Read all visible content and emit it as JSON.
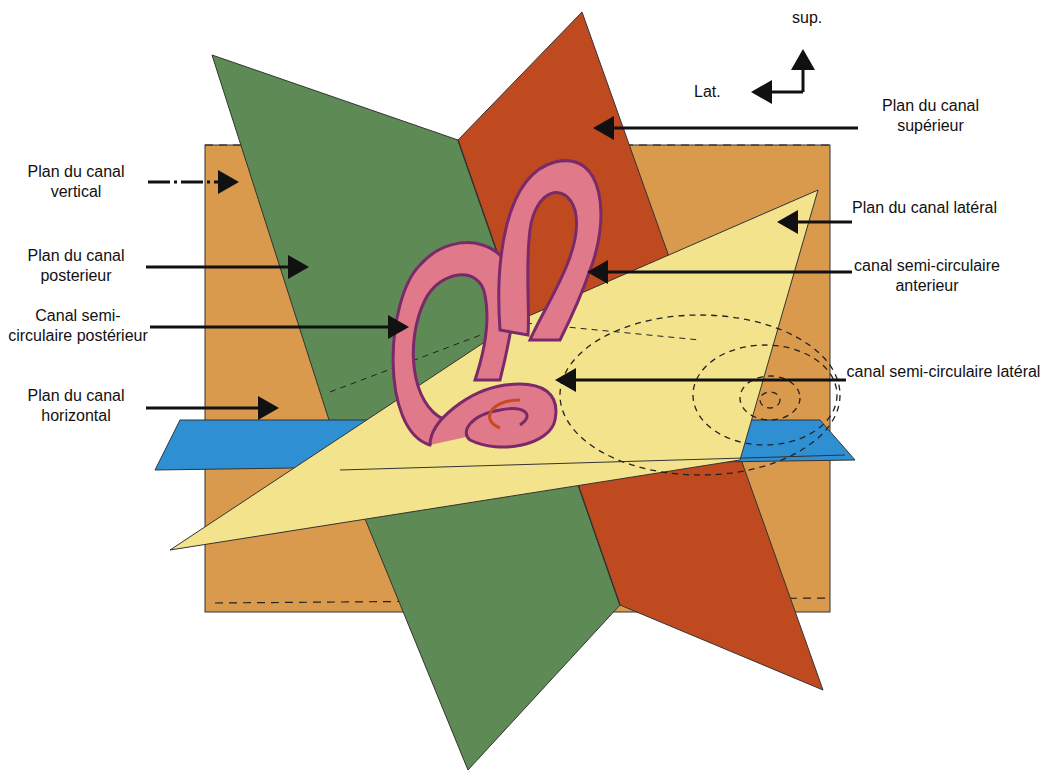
{
  "diagram": {
    "labels": [
      "sup.",
      "Lat.",
      "Plan du canal supérieur",
      "Plan du canal vertical",
      "Plan du canal latéral",
      "Plan du canal posterieur",
      "canal semi-circulaire anterieur",
      "Canal semi-circulaire postérieur",
      "canal semi-circulaire latéral",
      "Plan du canal horizontal"
    ]
  }
}
